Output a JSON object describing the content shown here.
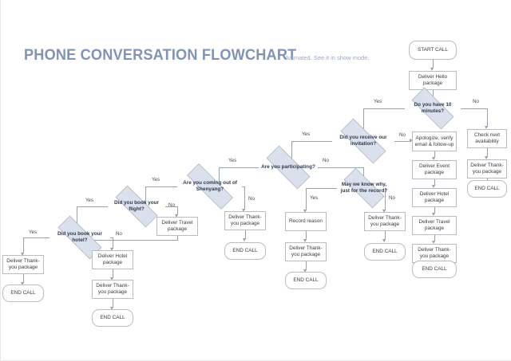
{
  "slide": {
    "title": "PHONE CONVERSATION FLOWCHART",
    "subtitle": "Animated. See it in show mode.",
    "title_color": "#8293b4",
    "decision_fill": "#dbe1ec",
    "node_border": "#b9bcc2",
    "connector_color": "#9aa0a8"
  },
  "nodes": {
    "start_call": "START CALL",
    "deliver_hello": "Deliver Hello package",
    "q_ten_minutes": "Do you have 10  minutes?",
    "check_next_availability": "Check next availability",
    "thanks_right": "Deliver Thank-you package",
    "end_call_right": "END CALL",
    "q_invitation": "Did you receive our invitation?",
    "apologize": "Apologize, verify email & follow-up",
    "deliver_event": "Deliver Event package",
    "deliver_hotel_r": "Deliver Hotel package",
    "deliver_travel_r": "Deliver Travel package",
    "thanks_apol": "Deliver Thank-you package",
    "end_call_apol": "END CALL",
    "q_participating": "Are you participating?",
    "q_may_we_know": "May we know why, just for the record?",
    "record_reason": "Record reason",
    "thanks_record": "Deliver Thank-you package",
    "end_call_record": "END CALL",
    "thanks_norecord": "Deliver Thank-you package",
    "end_call_norecord": "END CALL",
    "q_shenyang": "Are you coming out of Shenyang?",
    "thanks_shenyang": "Deliver Thank-you package",
    "end_call_shenyang": "END CALL",
    "q_flight": "Did you book your flight?",
    "deliver_travel_l": "Deliver Travel package",
    "q_hotel": "Did you book your hotel?",
    "deliver_hotel_l": "Deliver Hotel package",
    "thanks_hotel_l": "Deliver Thank-you package",
    "end_call_hotel_l": "END CALL",
    "thanks_left": "Deliver Thank-you package",
    "end_call_left": "END CALL"
  },
  "edge_labels": {
    "ten_yes": "Yes",
    "ten_no": "No",
    "inv_yes": "Yes",
    "inv_no": "No",
    "part_yes": "Yes",
    "part_no": "No",
    "know_yes": "Yes",
    "know_no": "No",
    "shen_yes": "Yes",
    "shen_no": "No",
    "flight_yes": "Yes",
    "flight_no": "No",
    "hotel_yes": "Yes",
    "hotel_no": "No"
  }
}
